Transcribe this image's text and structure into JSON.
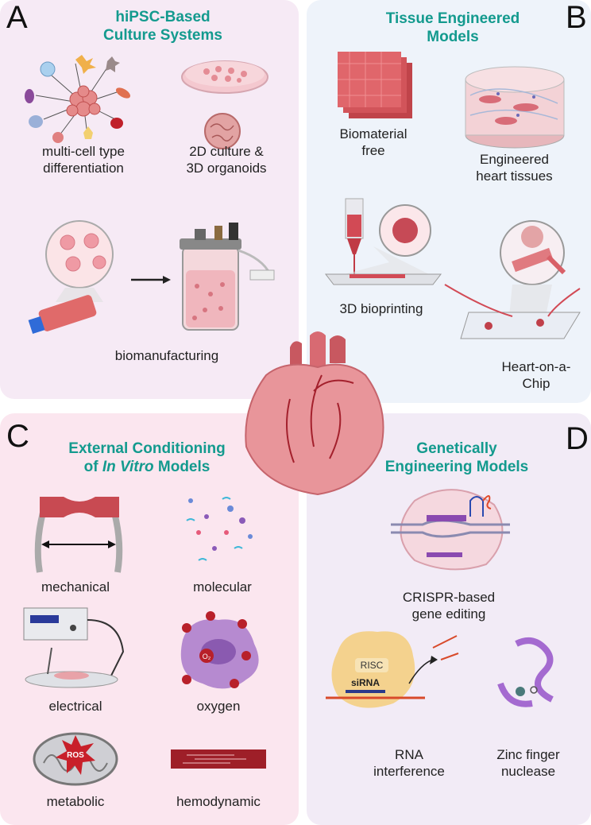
{
  "panels": {
    "A": {
      "letter": "A",
      "title_line1": "hiPSC-Based",
      "title_line2": "Culture Systems",
      "labels": {
        "multicell_1": "multi-cell type",
        "multicell_2": "differentiation",
        "culture_1": "2D culture &",
        "culture_2": "3D organoids",
        "biomanufacturing": "biomanufacturing"
      }
    },
    "B": {
      "letter": "B",
      "title_line1": "Tissue Engineered",
      "title_line2": "Models",
      "labels": {
        "biomaterial_1": "Biomaterial",
        "biomaterial_2": "free",
        "eht_1": "Engineered",
        "eht_2": "heart tissues",
        "bioprinting": "3D bioprinting",
        "chip_1": "Heart-on-a-",
        "chip_2": "Chip"
      }
    },
    "C": {
      "letter": "C",
      "title_line1": "External Conditioning",
      "title_line2_prefix": "of ",
      "title_line2_italic": "In Vitro",
      "title_line2_suffix": " Models",
      "labels": {
        "mechanical": "mechanical",
        "molecular": "molecular",
        "electrical": "electrical",
        "oxygen": "oxygen",
        "metabolic": "metabolic",
        "hemodynamic": "hemodynamic"
      },
      "icon_text": {
        "ros": "ROS",
        "o2": "O₂"
      }
    },
    "D": {
      "letter": "D",
      "title_line1": "Genetically",
      "title_line2": "Engineering Models",
      "labels": {
        "crispr_1": "CRISPR-based",
        "crispr_2": "gene editing",
        "rnai_1": "RNA",
        "rnai_2": "interference",
        "zinc_1": "Zinc finger",
        "zinc_2": "nuclease"
      },
      "icon_text": {
        "risc": "RISC",
        "sirna": "siRNA"
      }
    }
  },
  "colors": {
    "title_teal": "#139a8e",
    "panel_A_bg": "#f6eaf5",
    "panel_B_bg": "#eef3fa",
    "panel_C_bg": "#fbe6ef",
    "panel_D_bg": "#f2ebf6",
    "heart_red": "#e07a7a"
  }
}
